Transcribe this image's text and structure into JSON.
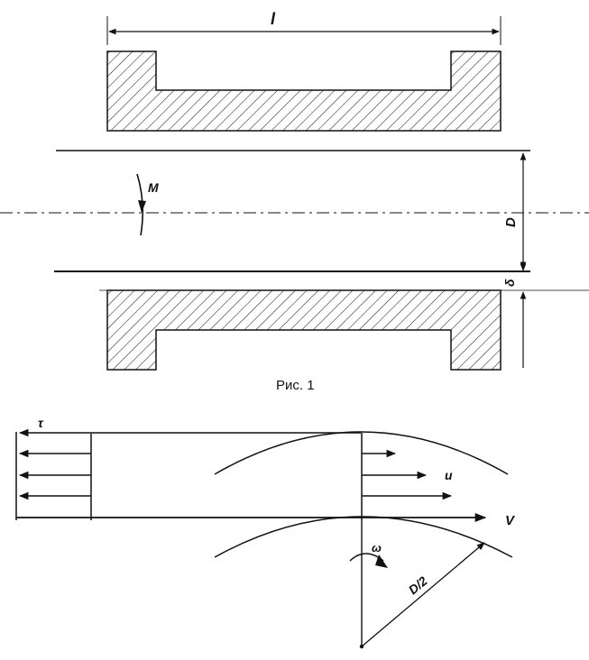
{
  "fig1": {
    "caption": "Рис. 1",
    "length_label": "l",
    "diameter_label": "D",
    "gap_label": "δ",
    "moment_label": "M"
  },
  "fig2": {
    "shear_label": "τ",
    "velocity_label": "u",
    "surface_velocity_label": "V",
    "angular_velocity_label": "ω",
    "radius_label": "D/2"
  }
}
